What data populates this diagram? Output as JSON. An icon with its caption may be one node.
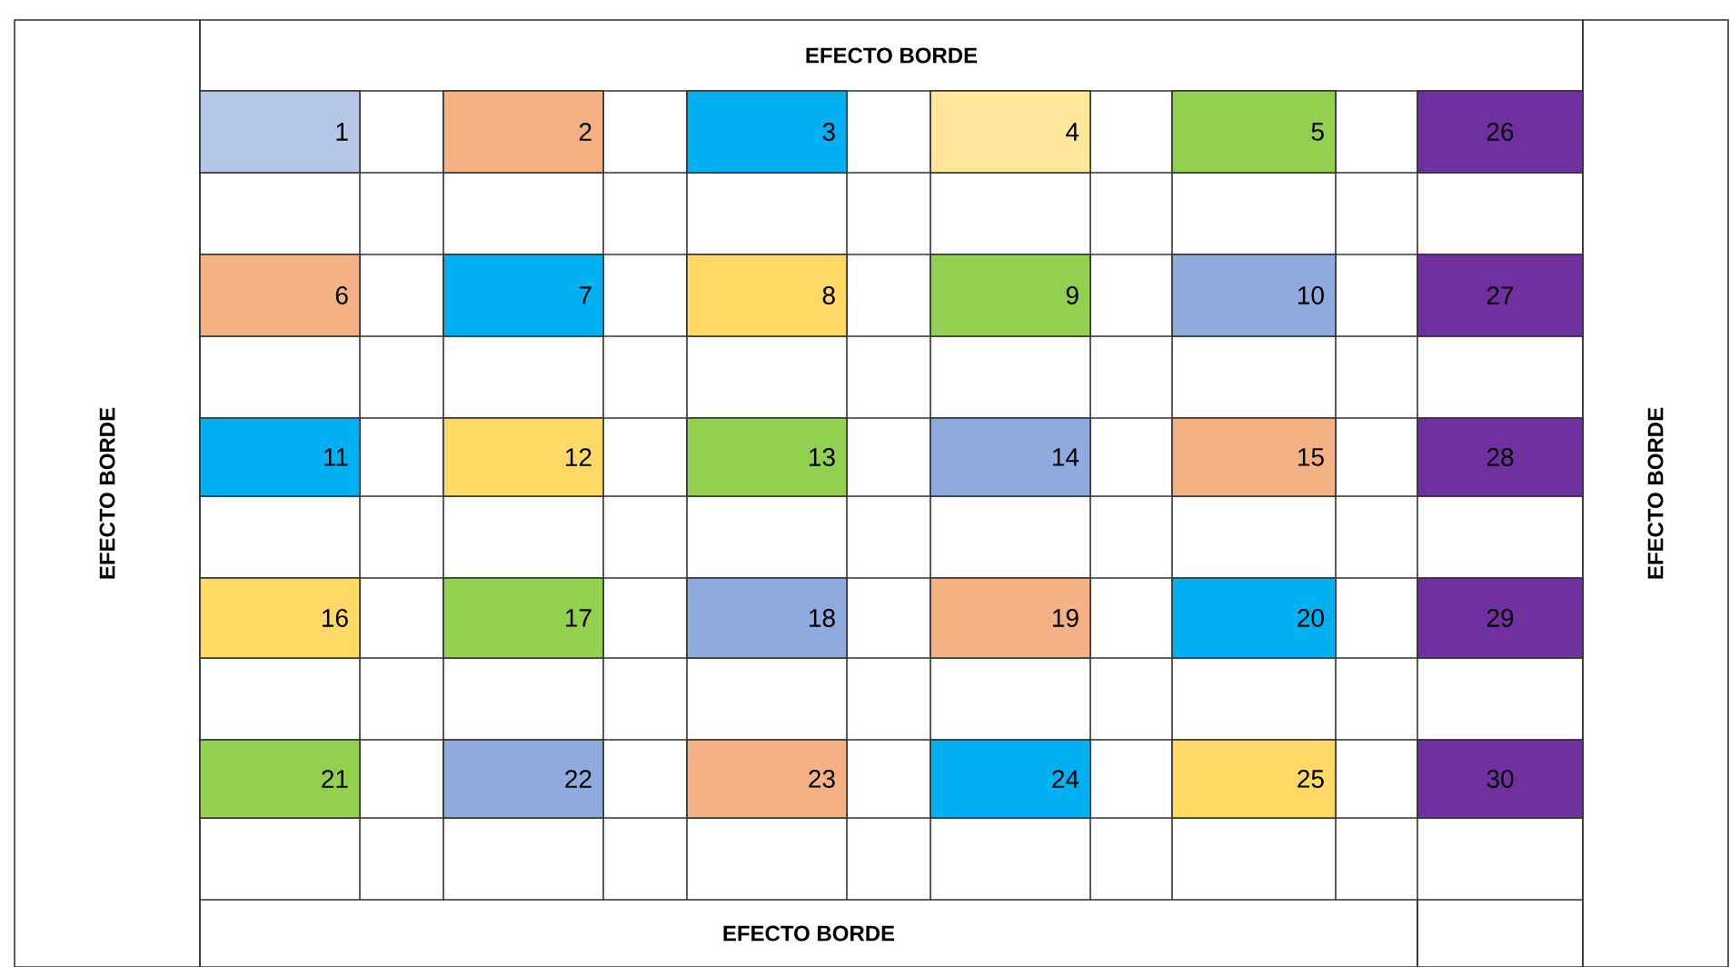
{
  "diagram": {
    "nodes": [
      {
        "text": [
          "EFECTO BORDE"
        ]
      },
      {
        "text": [
          "EFECTO BORDE"
        ]
      },
      {
        "text": [
          "EFECTO BORDE"
        ]
      },
      {
        "text": [
          "1"
        ]
      },
      {
        "text": [
          "2"
        ]
      },
      {
        "text": [
          "3"
        ]
      },
      {
        "text": [
          "4"
        ]
      },
      {
        "text": [
          "5"
        ]
      },
      {
        "text": [
          "26"
        ]
      },
      {
        "text": [
          "6"
        ]
      },
      {
        "text": [
          "7"
        ]
      },
      {
        "text": [
          "8"
        ]
      },
      {
        "text": [
          "9"
        ]
      },
      {
        "text": [
          "10"
        ]
      },
      {
        "text": [
          "27"
        ]
      },
      {
        "text": [
          "11"
        ]
      },
      {
        "text": [
          "12"
        ]
      },
      {
        "text": [
          "13"
        ]
      },
      {
        "text": [
          "14"
        ]
      },
      {
        "text": [
          "15"
        ]
      },
      {
        "text": [
          "28"
        ]
      },
      {
        "text": [
          "16"
        ]
      },
      {
        "text": [
          "17"
        ]
      },
      {
        "text": [
          "18"
        ]
      },
      {
        "text": [
          "19"
        ]
      },
      {
        "text": [
          "20"
        ]
      },
      {
        "text": [
          "29"
        ]
      },
      {
        "text": [
          "21"
        ]
      },
      {
        "text": [
          "22"
        ]
      },
      {
        "text": [
          "23"
        ]
      },
      {
        "text": [
          "24"
        ]
      },
      {
        "text": [
          "25"
        ]
      },
      {
        "text": [
          "30"
        ]
      },
      {
        "text": [
          "EFECTO BORDE"
        ]
      }
    ]
  }
}
